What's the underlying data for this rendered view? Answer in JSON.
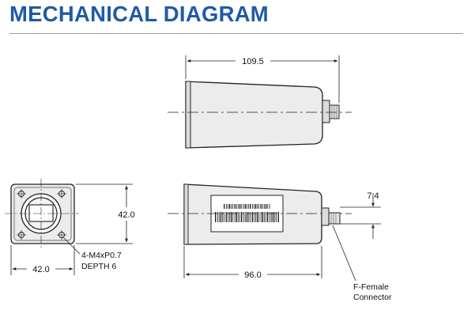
{
  "title": "MECHANICAL DIAGRAM",
  "dimensions": {
    "length_overall": "109.5",
    "front_height": "42.0",
    "front_width": "42.0",
    "body_length": "96.0",
    "connector_offset": "7.4"
  },
  "labels": {
    "mount_holes_line1": "4-M4xP0.7",
    "mount_holes_line2": "DEPTH 6",
    "connector_line1": "F-Female",
    "connector_line2": "Connector"
  },
  "colors": {
    "title": "#1f5aa6",
    "body_fill": "#ececec",
    "stroke": "#222222"
  }
}
